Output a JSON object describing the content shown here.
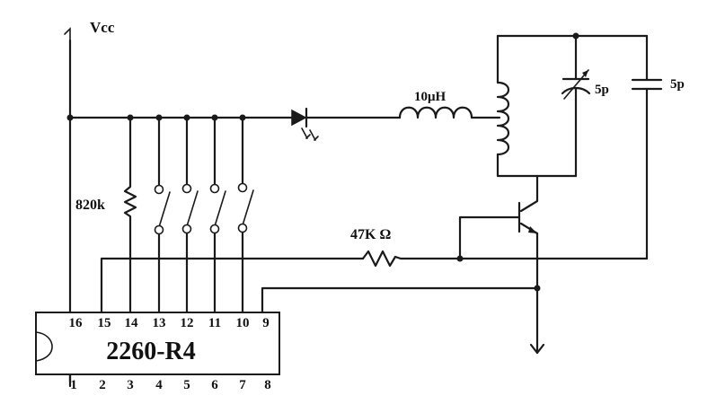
{
  "labels": {
    "vcc": "Vcc",
    "r_820k": "820k",
    "inductor": "10μH",
    "var_cap": "5p",
    "cap": "5p",
    "r_47k": "47K Ω",
    "chip": "2260-R4"
  },
  "chip_pins": {
    "top": [
      "16",
      "15",
      "14",
      "13",
      "12",
      "11",
      "10",
      "9"
    ],
    "bottom": [
      "1",
      "2",
      "3",
      "4",
      "5",
      "6",
      "7",
      "8"
    ]
  }
}
